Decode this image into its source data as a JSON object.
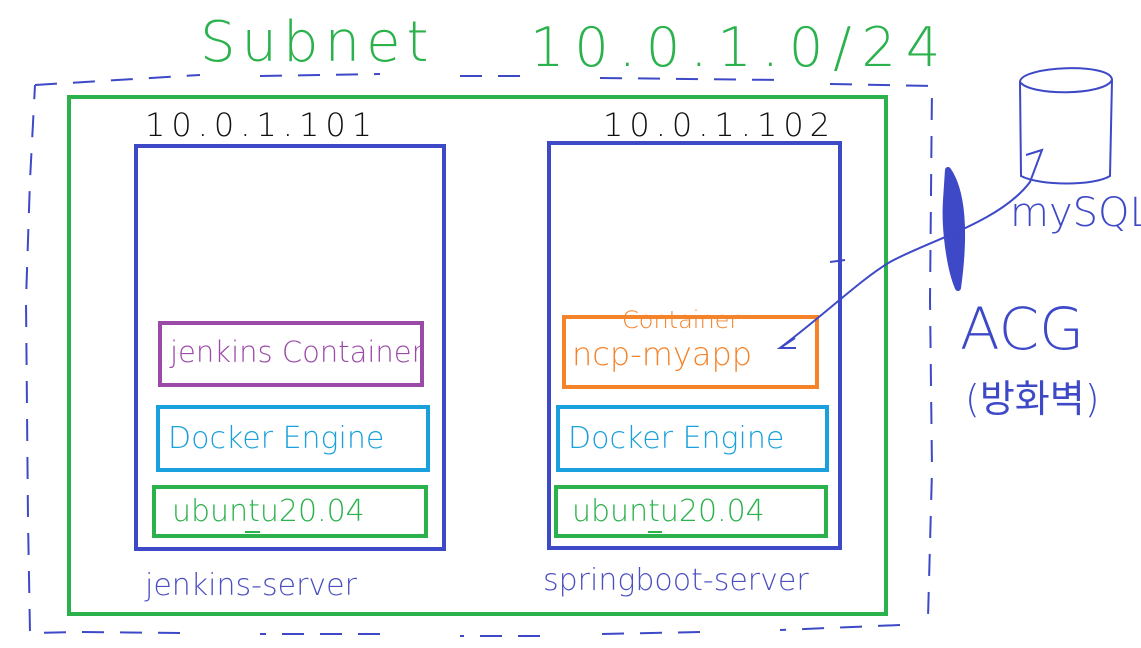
{
  "subnet": {
    "title": "Subnet",
    "cidr": "10.0.1.0/24"
  },
  "servers": [
    {
      "ip": "10.0.1.101",
      "name": "jenkins-server",
      "layers": {
        "container": "jenkins Container",
        "engine": "Docker Engine",
        "os": "ubuntu20.04"
      }
    },
    {
      "ip": "10.0.1.102",
      "name": "springboot-server",
      "layers": {
        "container_title": "Container",
        "container": "ncp-myapp",
        "engine": "Docker Engine",
        "os": "ubuntu20.04"
      }
    }
  ],
  "database": {
    "label": "mySQL"
  },
  "acg": {
    "label": "ACG",
    "sublabel": "(방화벽)"
  },
  "colors": {
    "subnet": "#2bb24c",
    "server_border": "#3d49c7",
    "jenkins_container": "#9b4aa8",
    "app_container": "#f5832a",
    "docker_engine": "#1aa0dc",
    "os": "#2bb24c",
    "acg": "#3d49c7",
    "outer_boundary": "#3d49c7"
  }
}
